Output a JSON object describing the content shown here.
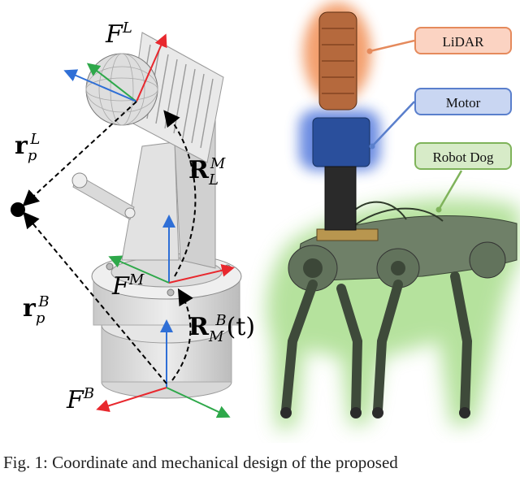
{
  "callouts": {
    "lidar": "LiDAR",
    "motor": "Motor",
    "robot_dog": "Robot Dog"
  },
  "frames": {
    "lidar": {
      "base": "F",
      "sup": "L"
    },
    "motor": {
      "base": "F",
      "sup": "M"
    },
    "base": {
      "base": "F",
      "sup": "B"
    }
  },
  "vectors": {
    "r_lidar": {
      "base": "r",
      "sub": "p",
      "sup": "L"
    },
    "r_base": {
      "base": "r",
      "sub": "p",
      "sup": "B"
    }
  },
  "rotations": {
    "r_lm": {
      "base": "R",
      "sub": "L",
      "sup": "M"
    },
    "r_mb": {
      "base": "R",
      "sub": "M",
      "sup": "B",
      "arg": "(t)"
    }
  },
  "caption": "Fig. 1: Coordinate and mechanical design of the proposed",
  "colors": {
    "axis_red": "#e8282e",
    "axis_green": "#2ea84a",
    "axis_blue": "#2f6fd6",
    "lidar_glow": "#f0874a",
    "motor_glow": "#3a66d8",
    "dog_glow": "#8fd36b"
  }
}
